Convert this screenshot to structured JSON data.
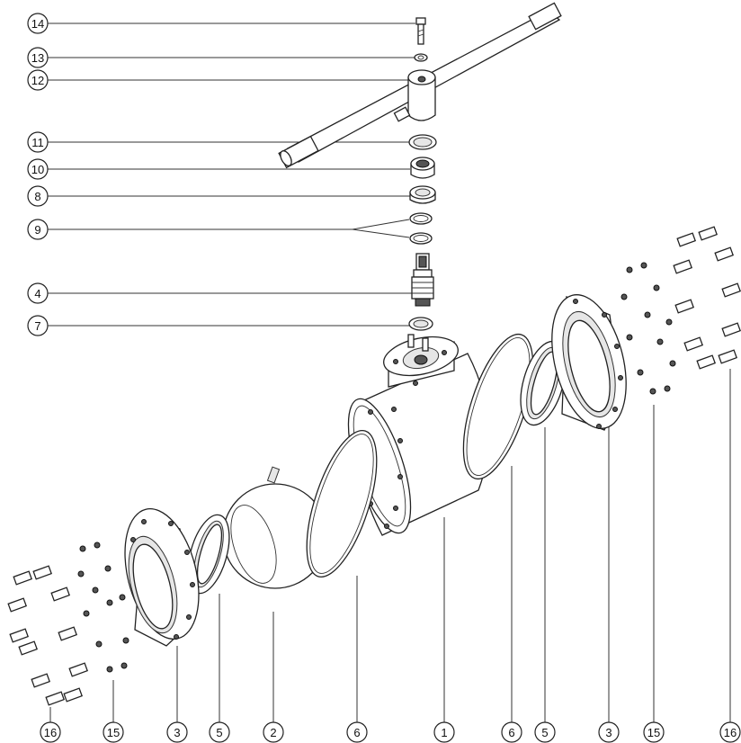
{
  "title": "",
  "callouts_left": [
    {
      "id": "callout-14",
      "label": "14"
    },
    {
      "id": "callout-13",
      "label": "13"
    },
    {
      "id": "callout-12",
      "label": "12"
    },
    {
      "id": "callout-11",
      "label": "11"
    },
    {
      "id": "callout-10",
      "label": "10"
    },
    {
      "id": "callout-8",
      "label": "8"
    },
    {
      "id": "callout-9",
      "label": "9"
    },
    {
      "id": "callout-4",
      "label": "4"
    },
    {
      "id": "callout-7",
      "label": "7"
    }
  ],
  "callouts_bottom": [
    {
      "id": "callout-16-left",
      "label": "16"
    },
    {
      "id": "callout-15-left",
      "label": "15"
    },
    {
      "id": "callout-3-left",
      "label": "3"
    },
    {
      "id": "callout-5-left",
      "label": "5"
    },
    {
      "id": "callout-2",
      "label": "2"
    },
    {
      "id": "callout-6-left",
      "label": "6"
    },
    {
      "id": "callout-1",
      "label": "1"
    },
    {
      "id": "callout-6-right",
      "label": "6"
    },
    {
      "id": "callout-5-right",
      "label": "5"
    },
    {
      "id": "callout-3-right",
      "label": "3"
    },
    {
      "id": "callout-15-right",
      "label": "15"
    },
    {
      "id": "callout-16-right",
      "label": "16"
    }
  ]
}
